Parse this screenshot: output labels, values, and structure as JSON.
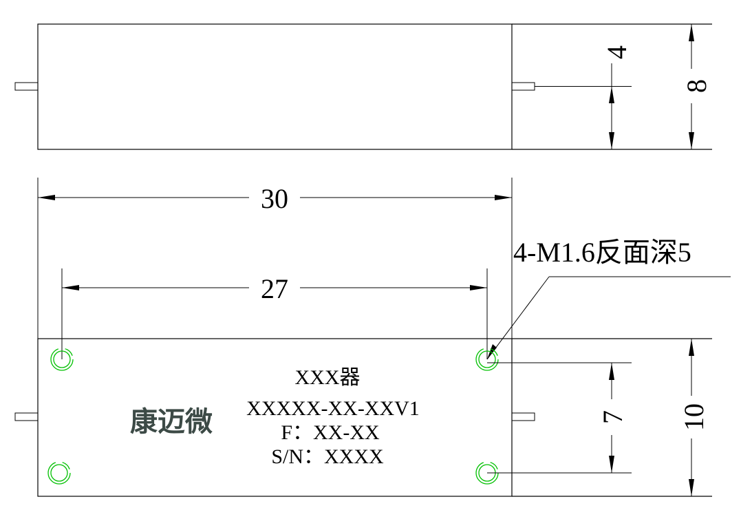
{
  "dimensions": {
    "side_height": "8",
    "pin_offset": "4",
    "overall_length": "30",
    "hole_spacing": "27",
    "overall_width": "10",
    "hole_pitch": "7"
  },
  "callout": {
    "holes_note": "4-M1.6反面深5"
  },
  "label": {
    "line1": "XXX器",
    "line2": "XXXXX-XX-XXV1",
    "line3": "F：XX-XX",
    "line4": "S/N：XXXX"
  },
  "logo": {
    "text": "康迈微"
  },
  "colors": {
    "lines": "#000000",
    "holes": "#00c000",
    "logo": "#3c4a46"
  }
}
